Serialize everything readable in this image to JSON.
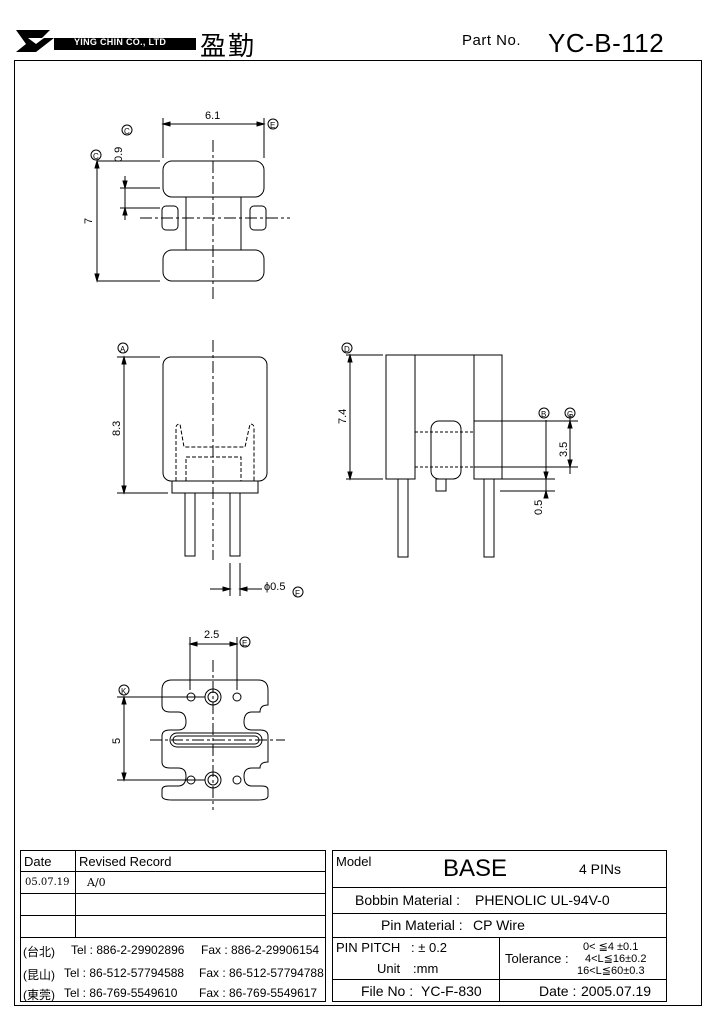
{
  "header": {
    "company_en": "YING CHIN CO., LTD",
    "company_cjk": "盈勤",
    "part_no_label": "Part No.",
    "part_no": "YC-B-112"
  },
  "dims": {
    "top_width": "6.1",
    "top_flange": "0.9",
    "top_height": "7",
    "front_height": "8.3",
    "pin_dia": "ϕ0.5",
    "side_height": "7.4",
    "side_pin_spacing": "3.5",
    "side_pin_len": "0.5",
    "bottom_pitch": "2.5",
    "bottom_span": "5"
  },
  "markers": {
    "c": "C",
    "e": "E",
    "b": "B",
    "a": "A",
    "f": "F",
    "d": "D",
    "g": "G",
    "k": "K"
  },
  "revision": {
    "col_date": "Date",
    "col_record": "Revised  Record",
    "rows": [
      {
        "date": "05.07.19",
        "record": "A/0"
      }
    ]
  },
  "contacts": [
    {
      "city": "(台北)",
      "tel": "Tel : 886-2-29902896",
      "fax": "Fax : 886-2-29906154"
    },
    {
      "city": "(昆山)",
      "tel": "Tel : 86-512-57794588",
      "fax": "Fax : 86-512-57794788"
    },
    {
      "city": "(東莞)",
      "tel": "Tel : 86-769-5549610",
      "fax": "Fax : 86-769-5549617"
    }
  ],
  "info": {
    "model_label": "Model",
    "model": "BASE",
    "pins": "4 PINs",
    "bobbin_label": "Bobbin  Material :",
    "bobbin": "PHENOLIC UL-94V-0",
    "pin_label": "Pin  Material :",
    "pin": "CP Wire",
    "pitch_label": "PIN  PITCH",
    "pitch": ": ± 0.2",
    "unit_label": "Unit",
    "unit": ":mm",
    "tolerance_label": "Tolerance :",
    "tol1": "0<  ≦4  ±0.1",
    "tol2": "4<L≦16±0.2",
    "tol3": "16<L≦60±0.3",
    "file_label": "File  No :",
    "file": "YC-F-830",
    "date_label": "Date :",
    "date": "2005.07.19"
  }
}
